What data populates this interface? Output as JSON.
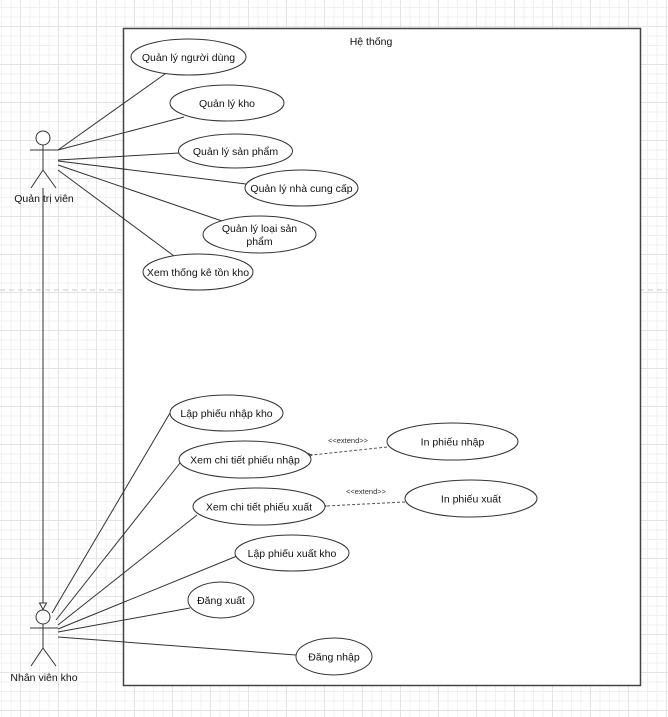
{
  "diagram": {
    "type": "use-case",
    "system_boundary": {
      "label": "Hệ thống"
    },
    "actors": [
      {
        "id": "admin",
        "label": "Quản trị viên"
      },
      {
        "id": "staff",
        "label": "Nhân viên kho"
      }
    ],
    "use_cases": [
      {
        "id": "uc_users",
        "label": "Quản lý người dùng"
      },
      {
        "id": "uc_warehouse",
        "label": "Quản lý kho"
      },
      {
        "id": "uc_products",
        "label": "Quản lý sản phẩm"
      },
      {
        "id": "uc_suppliers",
        "label": "Quản lý nhà cung cấp"
      },
      {
        "id": "uc_categories",
        "label": [
          "Quản lý loại sản",
          "phẩm"
        ]
      },
      {
        "id": "uc_stats",
        "label": "Xem thống kê tồn kho"
      },
      {
        "id": "uc_create_import",
        "label": "Lập phiếu nhập kho"
      },
      {
        "id": "uc_view_import",
        "label": "Xem chi tiết phiếu nhập"
      },
      {
        "id": "uc_view_export",
        "label": "Xem chi tiết phiếu xuất"
      },
      {
        "id": "uc_create_export",
        "label": "Lập phiếu xuất kho"
      },
      {
        "id": "uc_logout",
        "label": "Đăng xuất"
      },
      {
        "id": "uc_login",
        "label": "Đăng nhập"
      },
      {
        "id": "uc_print_import",
        "label": "In phiếu nhập"
      },
      {
        "id": "uc_print_export",
        "label": "In phiếu xuất"
      }
    ],
    "associations": [
      {
        "from": "admin",
        "to": "uc_users"
      },
      {
        "from": "admin",
        "to": "uc_warehouse"
      },
      {
        "from": "admin",
        "to": "uc_products"
      },
      {
        "from": "admin",
        "to": "uc_suppliers"
      },
      {
        "from": "admin",
        "to": "uc_categories"
      },
      {
        "from": "admin",
        "to": "uc_stats"
      },
      {
        "from": "staff",
        "to": "uc_create_import"
      },
      {
        "from": "staff",
        "to": "uc_view_import"
      },
      {
        "from": "staff",
        "to": "uc_view_export"
      },
      {
        "from": "staff",
        "to": "uc_create_export"
      },
      {
        "from": "staff",
        "to": "uc_logout"
      },
      {
        "from": "staff",
        "to": "uc_login"
      }
    ],
    "generalizations": [
      {
        "child": "admin",
        "parent": "staff"
      }
    ],
    "extends": [
      {
        "from": "uc_print_import",
        "to": "uc_view_import",
        "label": "<<extend>>"
      },
      {
        "from": "uc_print_export",
        "to": "uc_view_export",
        "label": "<<extend>>"
      }
    ]
  }
}
